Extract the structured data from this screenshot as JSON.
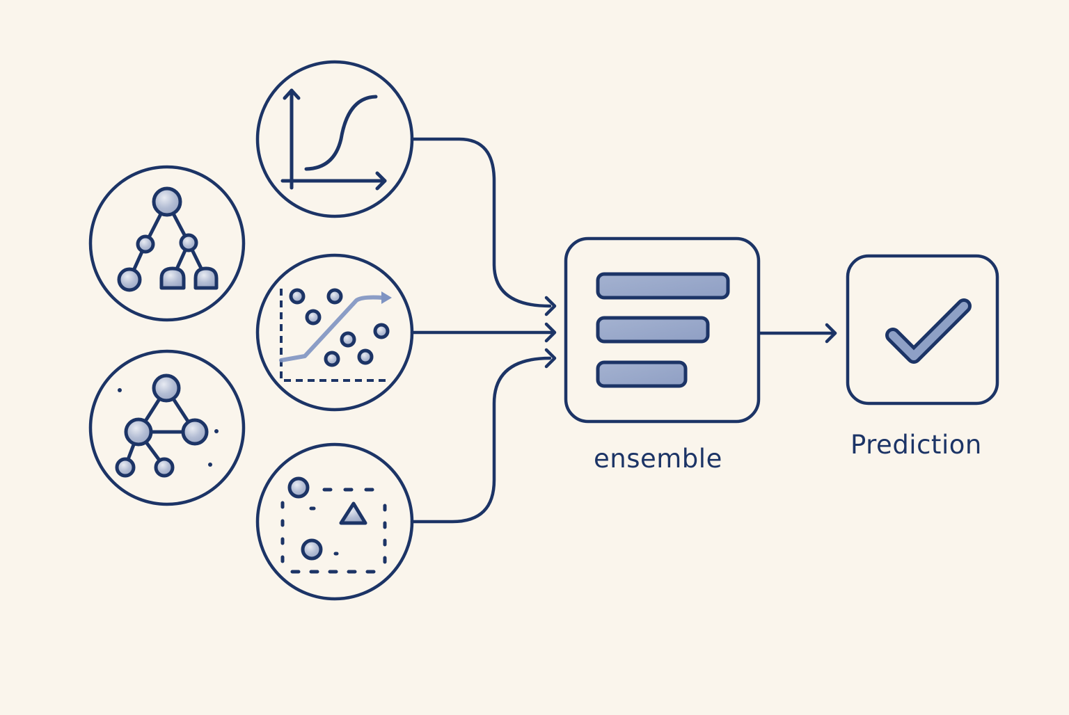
{
  "diagram": {
    "title": "Ensemble learning pipeline",
    "base_models": [
      {
        "id": "decision-tree",
        "icon": "decision-tree-icon"
      },
      {
        "id": "graph-network",
        "icon": "network-graph-icon"
      },
      {
        "id": "logistic-regression",
        "icon": "sigmoid-curve-icon"
      },
      {
        "id": "scatter-regression",
        "icon": "scatter-trend-icon"
      },
      {
        "id": "clustering",
        "icon": "cluster-box-icon"
      }
    ],
    "ensemble": {
      "label": "ensemble",
      "icon": "bars-list-icon"
    },
    "output": {
      "label": "Prediction",
      "icon": "checkmark-icon"
    },
    "edges": [
      {
        "from": "logistic-regression",
        "to": "ensemble"
      },
      {
        "from": "scatter-regression",
        "to": "ensemble"
      },
      {
        "from": "clustering",
        "to": "ensemble"
      },
      {
        "from": "ensemble",
        "to": "prediction"
      }
    ]
  },
  "colors": {
    "background": "#faf5ec",
    "stroke": "#1c3466",
    "fill": "#9aaace",
    "node_fill": "#b9c2d8"
  }
}
